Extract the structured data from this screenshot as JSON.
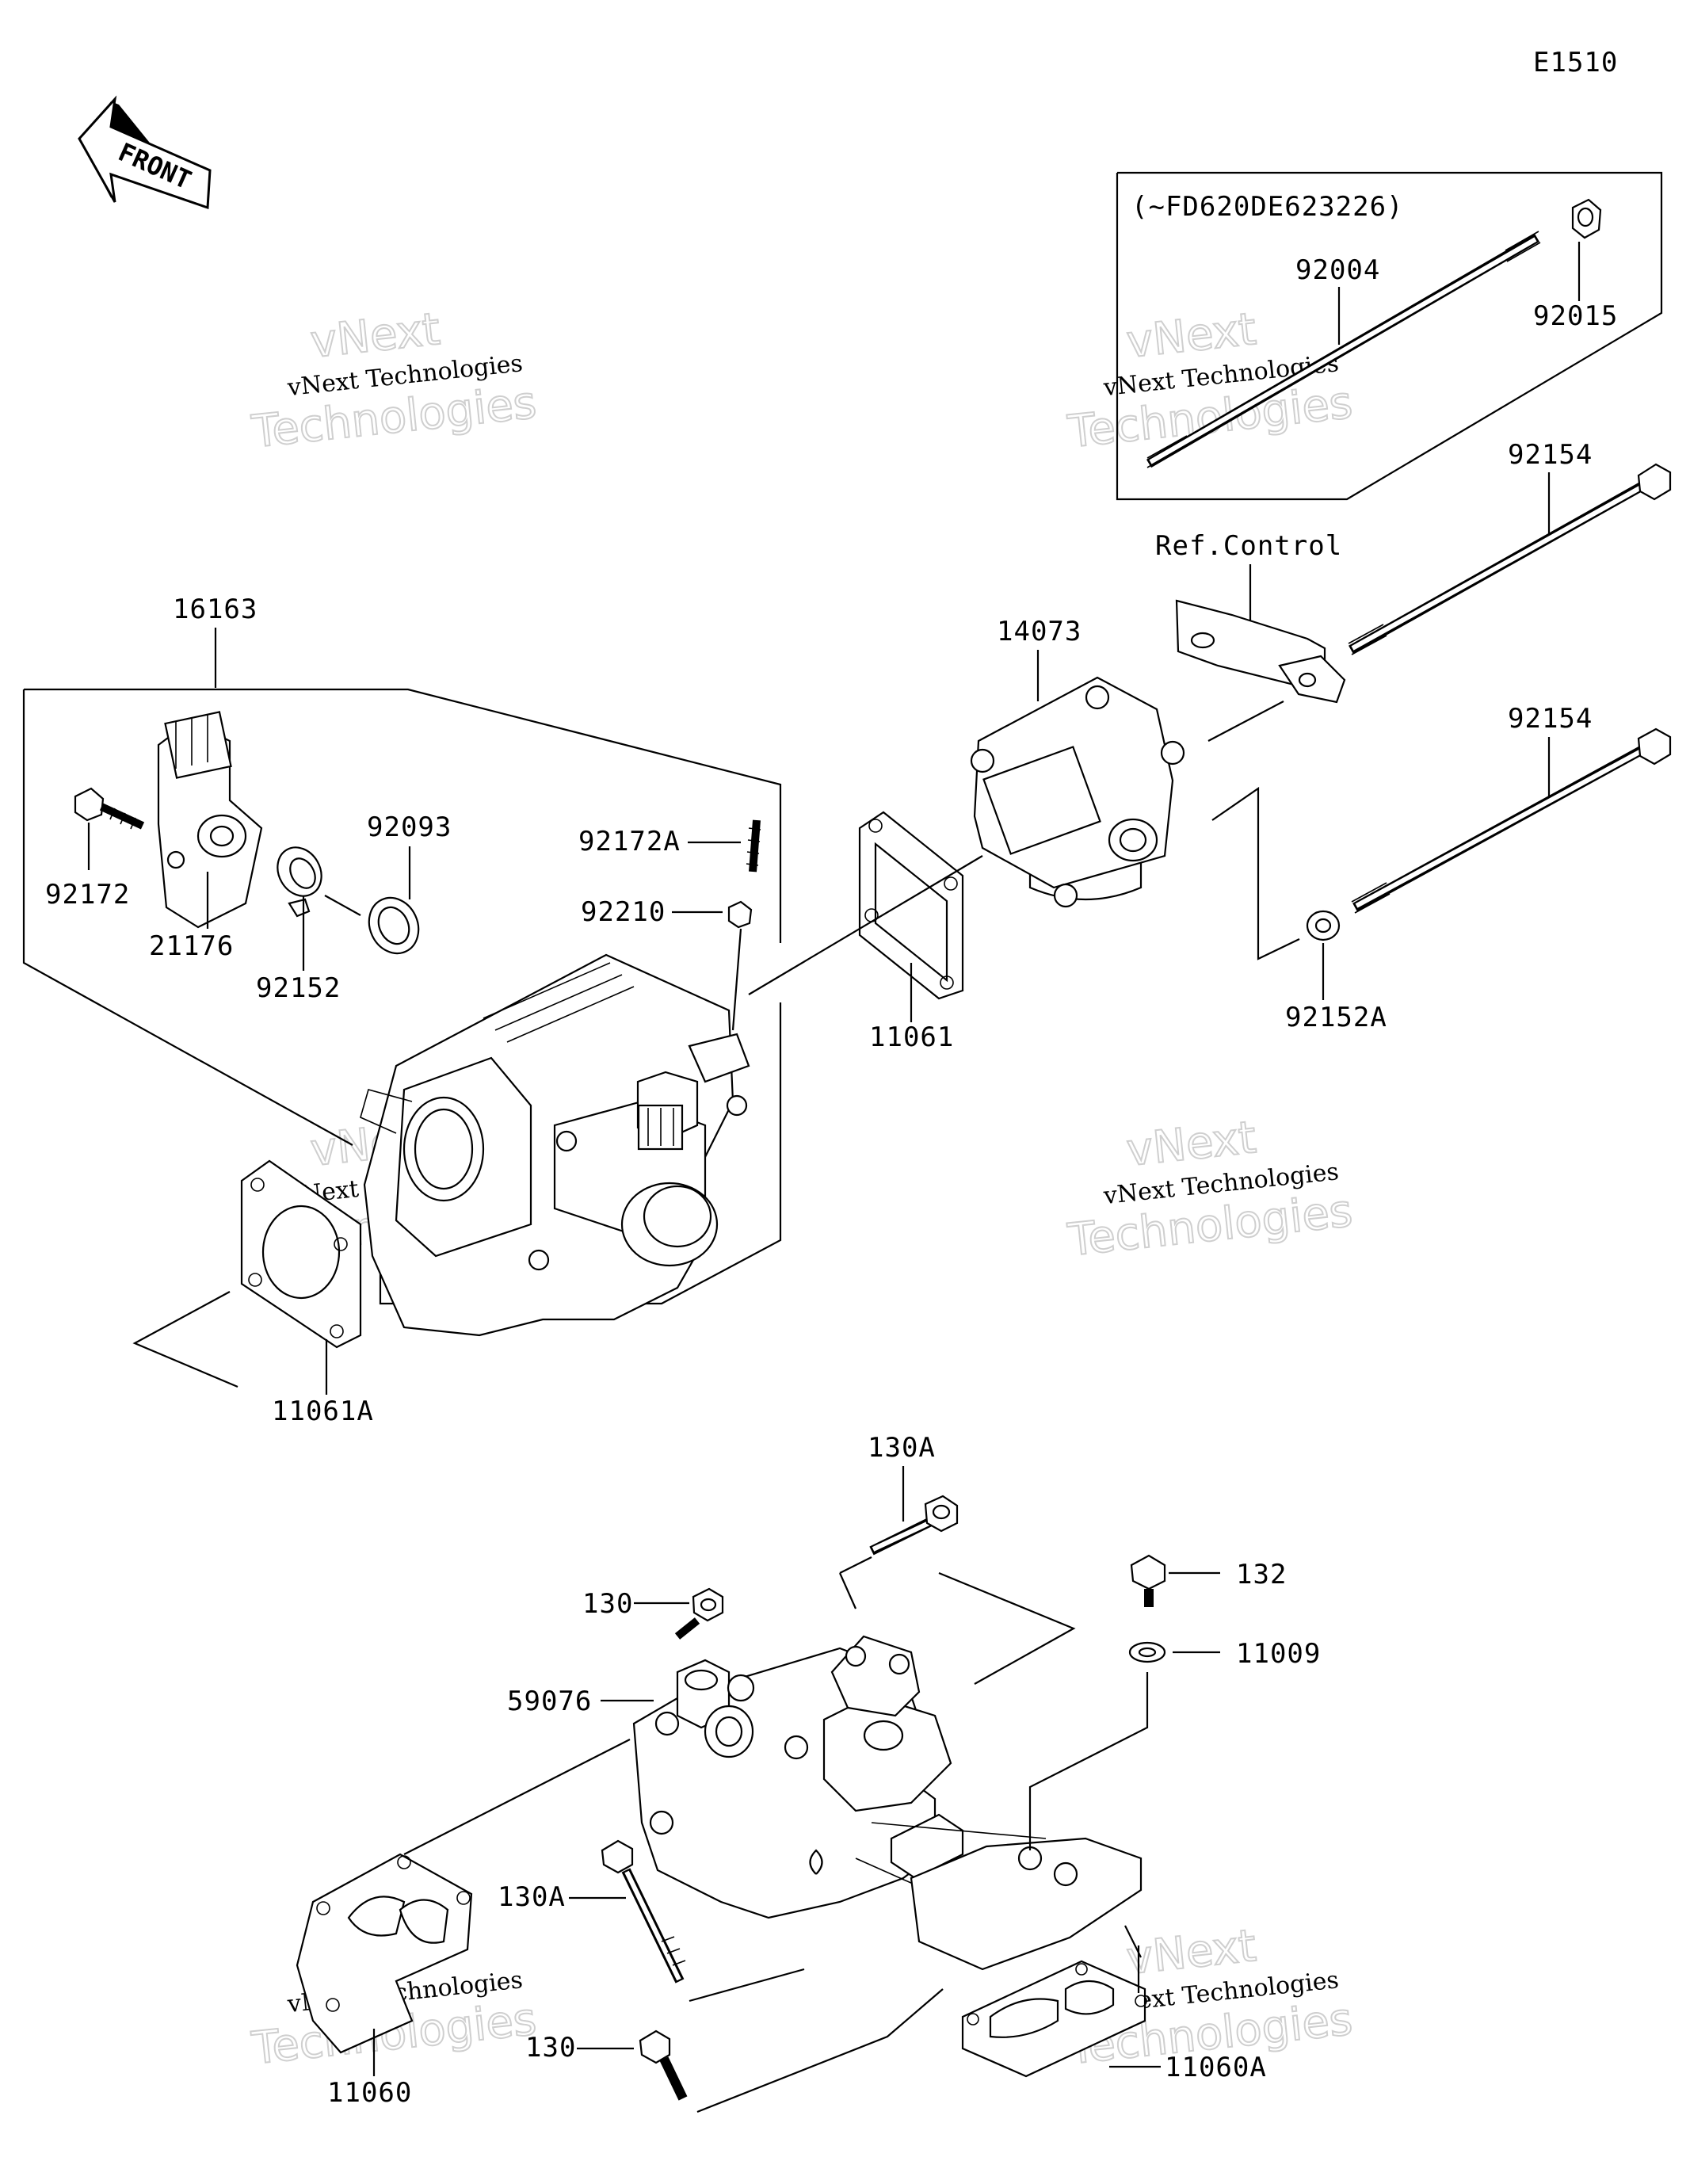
{
  "diagram_code": "E1510",
  "front_label": "FRONT",
  "serial_note": "(~FD620DE623226)",
  "ref_label": "Ref.Control",
  "watermark": {
    "line1": "vNext",
    "line2": "vNext Technologies",
    "line3": "Technologies"
  },
  "parts": {
    "p16163": "16163",
    "p92172": "92172",
    "p21176": "21176",
    "p92152": "92152",
    "p92093": "92093",
    "p92172A": "92172A",
    "p92210": "92210",
    "p11061": "11061",
    "p11061A": "11061A",
    "p14073": "14073",
    "p92004": "92004",
    "p92015": "92015",
    "p92154a": "92154",
    "p92154b": "92154",
    "p92152A": "92152A",
    "p130A_top": "130A",
    "p130_top": "130",
    "p59076": "59076",
    "p132": "132",
    "p11009": "11009",
    "p130A_bot": "130A",
    "p130_bot": "130",
    "p11060": "11060",
    "p11060A": "11060A"
  }
}
